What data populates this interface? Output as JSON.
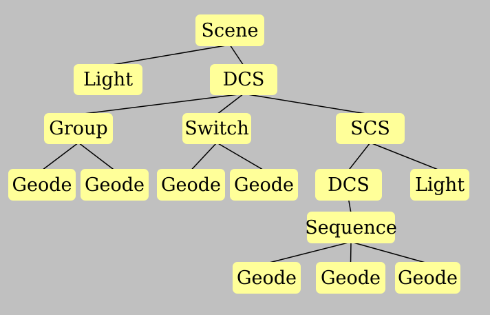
{
  "diagram": {
    "background_color": "#c0c0c0",
    "node_color": "#ffff99",
    "edge_color": "#000000",
    "nodes": {
      "scene": "Scene",
      "light_top": "Light",
      "dcs_top": "DCS",
      "group": "Group",
      "switch": "Switch",
      "scs": "SCS",
      "geode_1": "Geode",
      "geode_2": "Geode",
      "geode_3": "Geode",
      "geode_4": "Geode",
      "dcs_child": "DCS",
      "light_child": "Light",
      "sequence": "Sequence",
      "geode_5": "Geode",
      "geode_6": "Geode",
      "geode_7": "Geode"
    },
    "edges": [
      [
        "scene",
        "light_top"
      ],
      [
        "scene",
        "dcs_top"
      ],
      [
        "dcs_top",
        "group"
      ],
      [
        "dcs_top",
        "switch"
      ],
      [
        "dcs_top",
        "scs"
      ],
      [
        "group",
        "geode_1"
      ],
      [
        "group",
        "geode_2"
      ],
      [
        "switch",
        "geode_3"
      ],
      [
        "switch",
        "geode_4"
      ],
      [
        "scs",
        "dcs_child"
      ],
      [
        "scs",
        "light_child"
      ],
      [
        "dcs_child",
        "sequence"
      ],
      [
        "sequence",
        "geode_5"
      ],
      [
        "sequence",
        "geode_6"
      ],
      [
        "sequence",
        "geode_7"
      ]
    ]
  }
}
